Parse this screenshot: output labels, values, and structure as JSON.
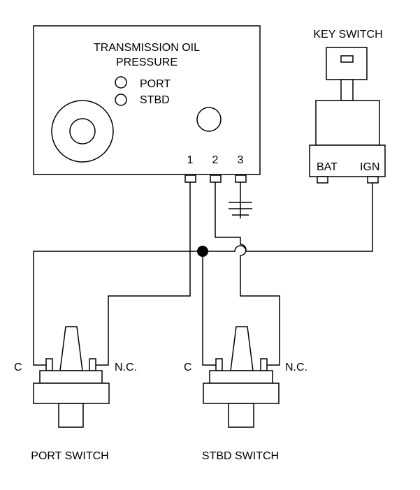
{
  "panel": {
    "title_line1": "TRANSMISSION OIL",
    "title_line2": "PRESSURE",
    "indicator_port": "PORT",
    "indicator_stbd": "STBD",
    "terminal_1": "1",
    "terminal_2": "2",
    "terminal_3": "3"
  },
  "key_switch": {
    "title": "KEY SWITCH",
    "terminal_bat": "BAT",
    "terminal_ign": "IGN"
  },
  "port_switch": {
    "label": "PORT SWITCH",
    "terminal_c": "C",
    "terminal_nc": "N.C."
  },
  "stbd_switch": {
    "label": "STBD SWITCH",
    "terminal_c": "C",
    "terminal_nc": "N.C."
  }
}
